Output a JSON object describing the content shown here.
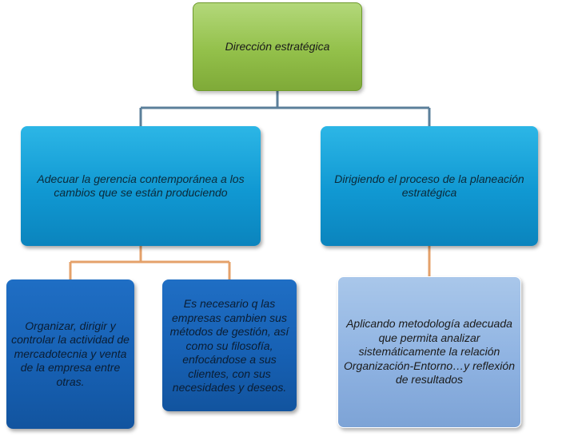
{
  "root": {
    "label": "Dirección estratégica"
  },
  "level1": {
    "left": {
      "label": "Adecuar la gerencia contemporánea a los cambios que se están produciendo"
    },
    "right": {
      "label": "Dirigiendo el proceso de la planeación estratégica"
    }
  },
  "level2": {
    "left_a": {
      "label": "Organizar, dirigir y controlar la actividad de mercadotecnia y venta de la empresa entre otras."
    },
    "left_b": {
      "label": "Es necesario q las empresas cambien sus métodos de gestión, así como su filosofía,  enfocándose a sus clientes, con sus necesidades y deseos."
    },
    "right_a": {
      "label": "Aplicando metodología adecuada que permita analizar sistemáticamente   la relación Organización-Entorno…y reflexión de resultados"
    }
  },
  "colors": {
    "root": "#93c04a",
    "level1": "#1098d2",
    "level2_dark": "#1761b4",
    "level2_light": "#8fb3e2",
    "connector_top": "#5b7f9a",
    "connector_bottom": "#e4a16a"
  }
}
